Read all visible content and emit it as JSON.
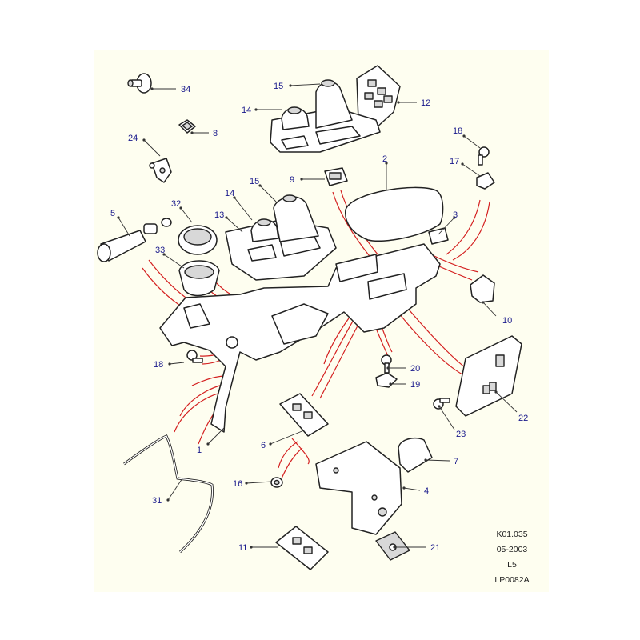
{
  "callouts": [
    {
      "id": "c34",
      "label": "34"
    },
    {
      "id": "c8",
      "label": "8"
    },
    {
      "id": "c24",
      "label": "24"
    },
    {
      "id": "c15a",
      "label": "15"
    },
    {
      "id": "c14a",
      "label": "14"
    },
    {
      "id": "c12",
      "label": "12"
    },
    {
      "id": "c18a",
      "label": "18"
    },
    {
      "id": "c17",
      "label": "17"
    },
    {
      "id": "c9",
      "label": "9"
    },
    {
      "id": "c2",
      "label": "2"
    },
    {
      "id": "c15b",
      "label": "15"
    },
    {
      "id": "c14b",
      "label": "14"
    },
    {
      "id": "c32",
      "label": "32"
    },
    {
      "id": "c5",
      "label": "5"
    },
    {
      "id": "c13",
      "label": "13"
    },
    {
      "id": "c3",
      "label": "3"
    },
    {
      "id": "c33",
      "label": "33"
    },
    {
      "id": "c10",
      "label": "10"
    },
    {
      "id": "c18b",
      "label": "18"
    },
    {
      "id": "c20",
      "label": "20"
    },
    {
      "id": "c19",
      "label": "19"
    },
    {
      "id": "c23",
      "label": "23"
    },
    {
      "id": "c22",
      "label": "22"
    },
    {
      "id": "c1",
      "label": "1"
    },
    {
      "id": "c6",
      "label": "6"
    },
    {
      "id": "c7",
      "label": "7"
    },
    {
      "id": "c16",
      "label": "16"
    },
    {
      "id": "c4",
      "label": "4"
    },
    {
      "id": "c31",
      "label": "31"
    },
    {
      "id": "c11",
      "label": "11"
    },
    {
      "id": "c21",
      "label": "21"
    }
  ],
  "reference": {
    "code": "K01.035",
    "date": "05-2003",
    "model": "L5",
    "drawing": "LP0082A"
  }
}
